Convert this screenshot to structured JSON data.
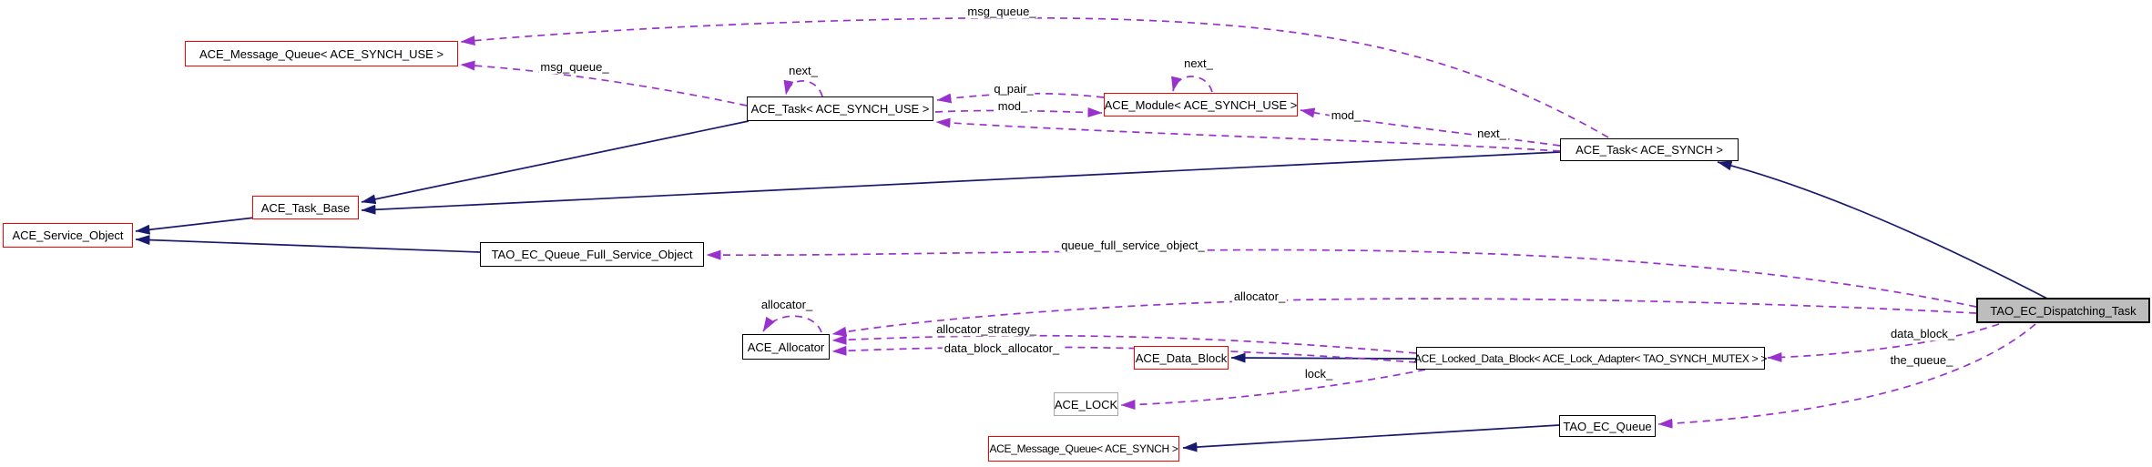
{
  "diagram": {
    "type": "class-collaboration-graph",
    "nodes": {
      "msgq_use": {
        "label": "ACE_Message_Queue< ACE_SYNCH_USE >"
      },
      "task_use": {
        "label": "ACE_Task< ACE_SYNCH_USE >"
      },
      "module_use": {
        "label": "ACE_Module< ACE_SYNCH_USE >"
      },
      "task_synch": {
        "label": "ACE_Task< ACE_SYNCH >"
      },
      "task_base": {
        "label": "ACE_Task_Base"
      },
      "service_object": {
        "label": "ACE_Service_Object"
      },
      "queue_full": {
        "label": "TAO_EC_Queue_Full_Service_Object"
      },
      "allocator": {
        "label": "ACE_Allocator"
      },
      "data_block": {
        "label": "ACE_Data_Block"
      },
      "locked_block": {
        "label": "ACE_Locked_Data_Block< ACE_Lock_Adapter< TAO_SYNCH_MUTEX > >"
      },
      "ace_lock": {
        "label": "ACE_LOCK"
      },
      "msgq_synch": {
        "label": "ACE_Message_Queue< ACE_SYNCH >"
      },
      "tao_ec_queue": {
        "label": "TAO_EC_Queue"
      },
      "dispatching": {
        "label": "TAO_EC_Dispatching_Task"
      }
    },
    "edge_labels": {
      "msg_queue_top": "msg_queue_",
      "msg_queue_left": "msg_queue_",
      "next_task_use_self": "next_",
      "q_pair": "q_pair_",
      "mod_inner": "mod_",
      "next_module_self": "next_",
      "mod_outer": "mod_",
      "next_task_synch": "next_",
      "queue_full_service_object": "queue_full_service_object_",
      "allocator_self": "allocator_",
      "allocator_long": "allocator_",
      "allocator_strategy": "allocator_strategy_",
      "data_block_allocator": "data_block_allocator_",
      "lock": "lock_",
      "data_block": "data_block_",
      "the_queue": "the_queue_"
    },
    "colors": {
      "usage_edge": "#9932CC",
      "inheritance_edge": "#191970",
      "documented_node_border": "#FF0000",
      "plain_node_border": "#000000",
      "undocumented_node_border": "#A8A8A8",
      "current_node_fill": "#BDBDBD",
      "text": "#000000",
      "background": "#FFFFFF"
    }
  }
}
